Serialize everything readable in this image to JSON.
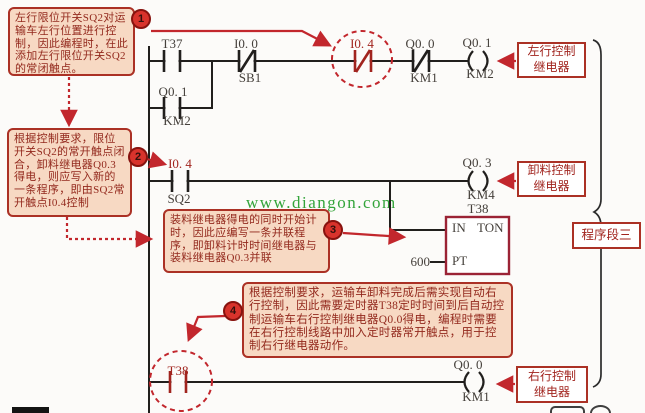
{
  "watermark": "www.diangon.com",
  "notes": {
    "n1": {
      "number": "1",
      "text": "左行限位开关SQ2对运输车左行位置进行控制，因此编程时，在此添加左行限位开关SQ2的常闭触点。"
    },
    "n2": {
      "number": "2",
      "text": "根据控制要求，限位开关SQ2的常开触点闭合，卸料继电器Q0.3得电，则应写入新的一条程序，即由SQ2常开触点I0.4控制"
    },
    "n3": {
      "number": "3",
      "text": "装料继电器得电的同时开始计时，因此应编写一条并联程序，即卸料计时时间继电器与装料继电器Q0.3并联"
    },
    "n4": {
      "number": "4",
      "text": "根据控制要求，运输车卸料完成后需实现自动右行控制，因此需要定时器T38定时时间到后自动控制运输车右行控制继电器Q0.0得电，编程时需要在右行控制线路中加入定时器常开触点，用于控制右行继电器动作。"
    }
  },
  "callouts": {
    "left_relay": {
      "line1": "左行控制",
      "line2": "继电器"
    },
    "unload_relay": {
      "line1": "卸料控制",
      "line2": "继电器"
    },
    "right_relay": {
      "line1": "右行控制",
      "line2": "继电器"
    },
    "segment": "程序段三"
  },
  "ladder": {
    "rung1": {
      "t37": {
        "addr": "T37"
      },
      "parallel": {
        "addr": "Q0. 1",
        "device": "KM2"
      },
      "stop": {
        "addr": "I0. 0",
        "device": "SB1"
      },
      "limit_nc": {
        "addr": "I0. 4"
      },
      "interlock": {
        "addr": "Q0. 0",
        "device": "KM1"
      },
      "coil": {
        "addr": "Q0. 1",
        "device": "KM2"
      }
    },
    "rung2": {
      "limit_no": {
        "addr": "I0. 4",
        "device": "SQ2"
      },
      "coil": {
        "addr": "Q0. 3",
        "device": "KM4"
      },
      "timer": {
        "label": "T38",
        "in": "IN",
        "type": "TON",
        "pt": "PT",
        "preset": "600"
      }
    },
    "rung3": {
      "timer_contact": {
        "addr": "T38"
      },
      "coil": {
        "addr": "Q0. 0",
        "device": "KM1"
      }
    }
  }
}
